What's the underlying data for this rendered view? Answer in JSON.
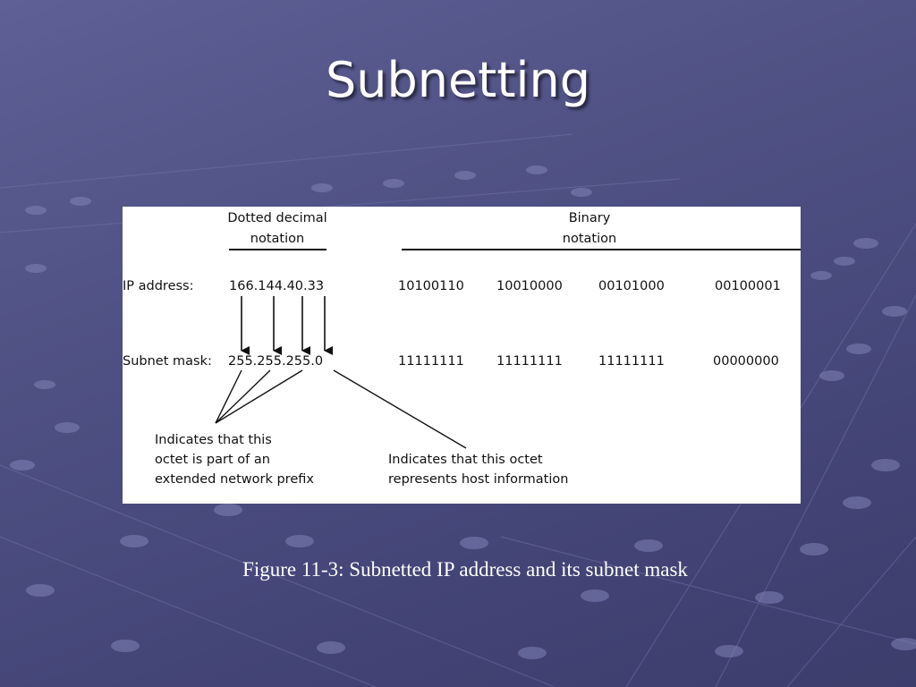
{
  "slide": {
    "title": "Subnetting",
    "caption": "Figure 11-3: Subnetted IP address and its subnet mask"
  },
  "figure": {
    "headers": {
      "dotted_line1": "Dotted decimal",
      "dotted_line2": "notation",
      "binary_line1": "Binary",
      "binary_line2": "notation"
    },
    "ip_row": {
      "label": "IP address:",
      "dotted": "166.144.40.33",
      "binary": [
        "10100110",
        "10010000",
        "00101000",
        "00100001"
      ]
    },
    "mask_row": {
      "label": "Subnet mask:",
      "dotted": "255.255.255.0",
      "binary": [
        "11111111",
        "11111111",
        "11111111",
        "00000000"
      ]
    },
    "annotations": {
      "network_line1": "Indicates that this",
      "network_line2": "octet is part of an",
      "network_line3": "extended network prefix",
      "host_line1": "Indicates that this octet",
      "host_line2": "represents host information"
    }
  },
  "colors": {
    "background": "#505184",
    "title": "#ffffff",
    "caption": "#ffffff"
  }
}
